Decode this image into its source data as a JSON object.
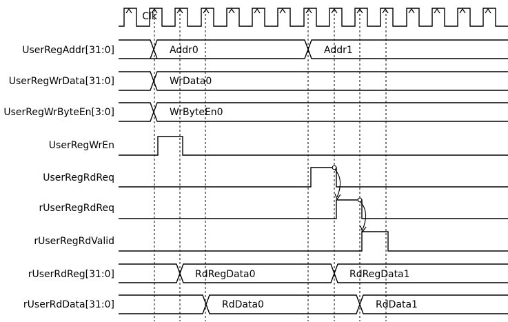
{
  "clock": {
    "name": "Clk"
  },
  "signals": [
    {
      "id": "user-reg-addr",
      "name": "UserRegAddr[31:0]",
      "kind": "bus",
      "segments": [
        {
          "label": "Addr0"
        },
        {
          "label": "Addr1"
        }
      ]
    },
    {
      "id": "user-reg-wr-data",
      "name": "UserRegWrData[31:0]",
      "kind": "bus",
      "segments": [
        {
          "label": "WrData0"
        }
      ]
    },
    {
      "id": "user-reg-wr-byte-en",
      "name": "UserRegWrByteEn[3:0]",
      "kind": "bus",
      "segments": [
        {
          "label": "WrByteEn0"
        }
      ]
    },
    {
      "id": "user-reg-wr-en",
      "name": "UserRegWrEn",
      "kind": "bit"
    },
    {
      "id": "user-reg-rd-req",
      "name": "UserRegRdReq",
      "kind": "bit"
    },
    {
      "id": "r-user-reg-rd-req",
      "name": "rUserRegRdReq",
      "kind": "bit"
    },
    {
      "id": "r-user-reg-rd-valid",
      "name": "rUserRegRdValid",
      "kind": "bit"
    },
    {
      "id": "r-user-rd-reg",
      "name": "rUserRdReg[31:0]",
      "kind": "bus",
      "segments": [
        {
          "label": "RdRegData0"
        },
        {
          "label": "RdRegData1"
        }
      ]
    },
    {
      "id": "r-user-rd-data",
      "name": "rUserRdData[31:0]",
      "kind": "bus",
      "segments": [
        {
          "label": "RdData0"
        },
        {
          "label": "RdData1"
        }
      ]
    }
  ]
}
